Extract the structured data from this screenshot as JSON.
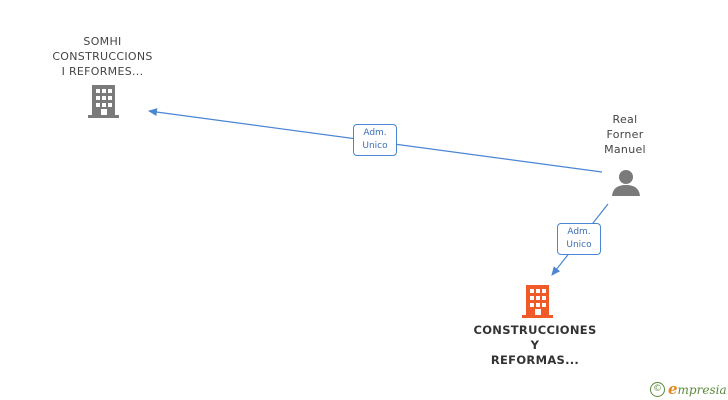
{
  "nodes": {
    "somhi": {
      "label_lines": [
        "SOMHI",
        "CONSTRUCCIONS",
        "I REFORMES..."
      ],
      "icon": "building-icon",
      "color": "#7a7a7a"
    },
    "person": {
      "label_lines": [
        "Real",
        "Forner",
        "Manuel"
      ],
      "icon": "person-icon",
      "color": "#7a7a7a"
    },
    "main": {
      "label_lines": [
        "CONSTRUCCIONES",
        "Y",
        "REFORMAS..."
      ],
      "icon": "building-icon",
      "color": "#f05a28"
    }
  },
  "edges": [
    {
      "from": "person",
      "to": "somhi",
      "label_lines": [
        "Adm.",
        "Unico"
      ]
    },
    {
      "from": "person",
      "to": "main",
      "label_lines": [
        "Adm.",
        "Unico"
      ]
    }
  ],
  "footer": {
    "copyright_symbol": "©",
    "brand_initial": "e",
    "brand_rest": "mpresia"
  },
  "colors": {
    "edge": "#4a86d4",
    "brand": "#5a8a3a",
    "brand_accent": "#e8871e"
  }
}
